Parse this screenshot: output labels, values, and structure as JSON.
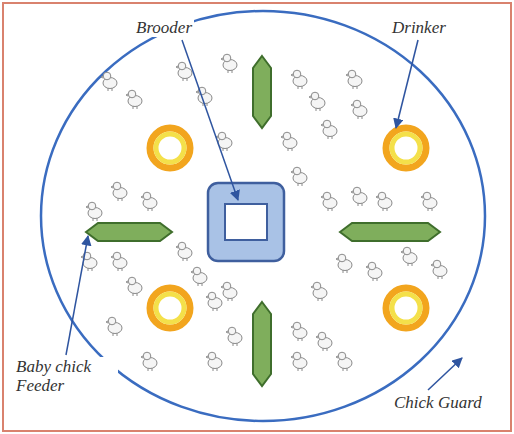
{
  "diagram": {
    "labels": [
      "Brooder",
      "Drinker",
      "Baby chick Feeder",
      "Chick Guard"
    ]
  }
}
